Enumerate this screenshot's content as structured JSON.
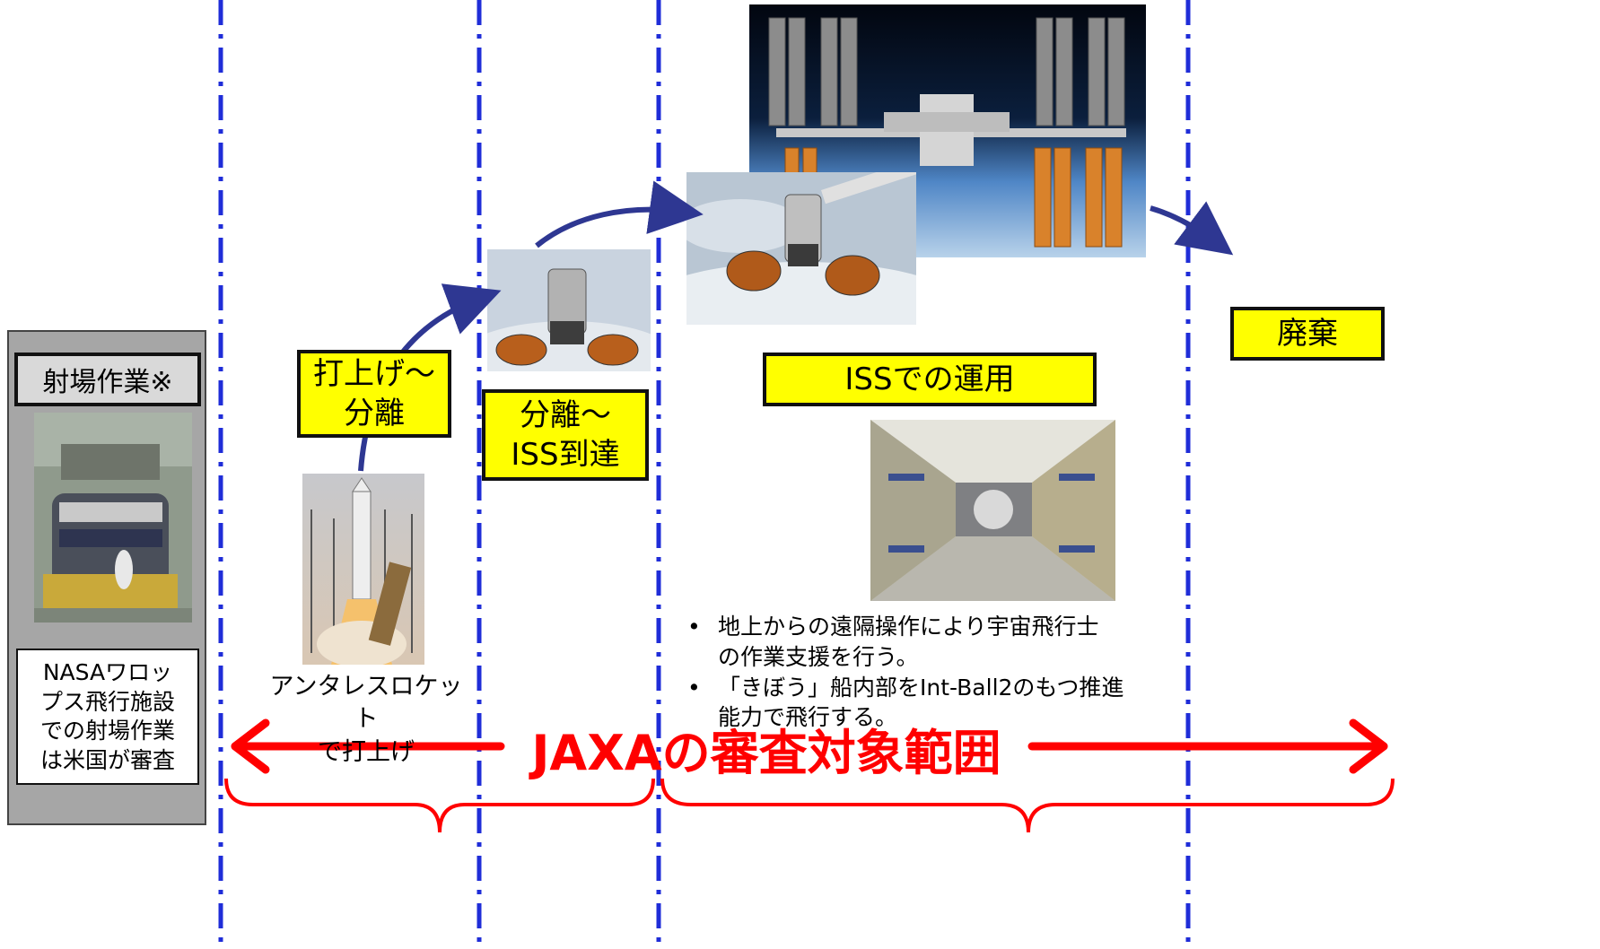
{
  "colors": {
    "divider": "#1f2dd8",
    "flow_arrow": "#2e3792",
    "scope": "#ff0000",
    "label_fill": "#ffff00"
  },
  "launch_site": {
    "title": "射場作業※",
    "note": "NASAワロッ\nプス飛行施設\nでの射場作業\nは米国が審査",
    "image": "spacecraft-in-cleanroom"
  },
  "phases": {
    "launch": {
      "label": "打上げ～\n分離",
      "caption": "アンタレスロケット\nで打上げ",
      "image": "antares-rocket-launch"
    },
    "separation": {
      "label": "分離～\nISS到達",
      "image": "cygnus-free-flight"
    },
    "operations": {
      "label": "ISSでの運用",
      "images": [
        "iss-station",
        "cygnus-berthing-arm",
        "kibo-module-interior"
      ],
      "bullets": [
        "地上からの遠隔操作により宇宙飛行士\nの作業支援を行う。",
        "「きぼう」船内部をInt-Ball2のもつ推進\n能力で飛行する。"
      ]
    },
    "disposal": {
      "label": "廃棄"
    }
  },
  "scope": {
    "label": "JAXAの審査対象範囲"
  }
}
